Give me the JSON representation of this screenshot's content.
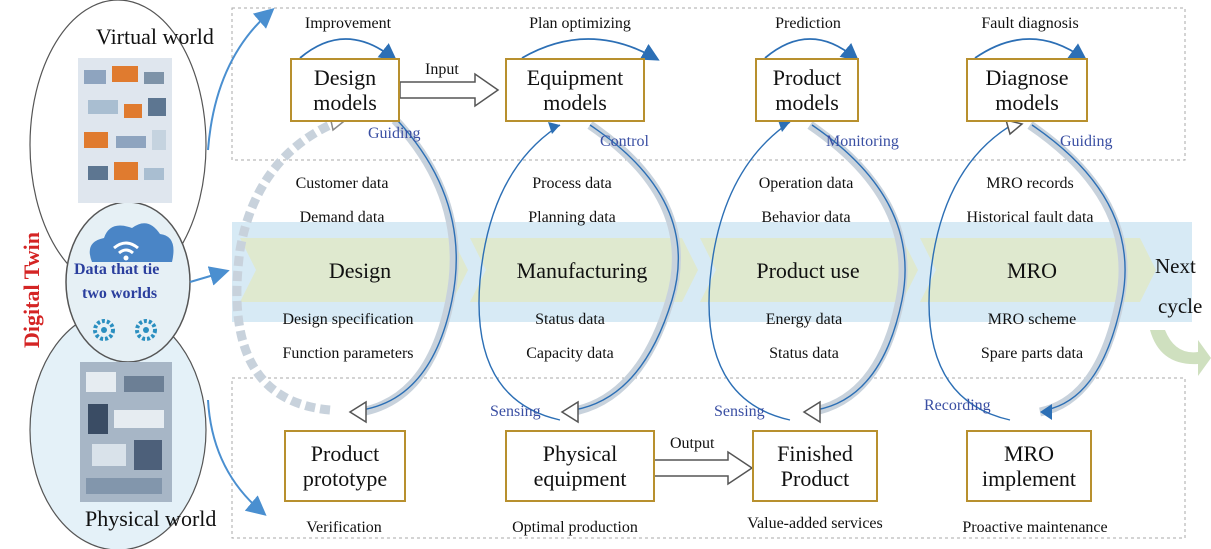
{
  "side_label": "Digital Twin",
  "worlds": {
    "virtual": "Virtual world",
    "physical": "Physical world",
    "middle_line1": "Data that tie",
    "middle_line2": "two worlds"
  },
  "virtual_models": [
    {
      "top_label": "Improvement",
      "line1": "Design",
      "line2": "models",
      "side_label": "Guiding"
    },
    {
      "top_label": "Plan optimizing",
      "line1": "Equipment",
      "line2": "models",
      "side_label": "Control"
    },
    {
      "top_label": "Prediction",
      "line1": "Product",
      "line2": "models",
      "side_label": "Monitoring"
    },
    {
      "top_label": "Fault diagnosis",
      "line1": "Diagnose",
      "line2": "models",
      "side_label": "Guiding"
    }
  ],
  "input_label": "Input",
  "output_label": "Output",
  "stages": [
    "Design",
    "Manufacturing",
    "Product use",
    "MRO"
  ],
  "next_cycle": {
    "line1": "Next",
    "line2": "cycle"
  },
  "upper_data": [
    [
      "Customer data",
      "Demand data"
    ],
    [
      "Process data",
      "Planning data"
    ],
    [
      "Operation data",
      "Behavior data"
    ],
    [
      "MRO records",
      "Historical fault data"
    ]
  ],
  "lower_data": [
    [
      "Design specification",
      "Function parameters"
    ],
    [
      "Status data",
      "Capacity data"
    ],
    [
      "Energy data",
      "Status data"
    ],
    [
      "MRO scheme",
      "Spare parts  data"
    ]
  ],
  "physical_entities": [
    {
      "line1": "Product",
      "line2": "prototype",
      "bottom_label": "Verification",
      "side_label": ""
    },
    {
      "line1": "Physical",
      "line2": "equipment",
      "bottom_label": "Optimal production",
      "side_label": "Sensing"
    },
    {
      "line1": "Finished",
      "line2": "Product",
      "bottom_label": "Value-added services",
      "side_label": "Sensing"
    },
    {
      "line1": "MRO",
      "line2": "implement",
      "bottom_label": "Proactive maintenance",
      "side_label": "Recording"
    }
  ],
  "colors": {
    "box_border": "#b8902e",
    "arrow_blue": "#4a8fd0",
    "band": "#d7eaf5",
    "chevron": "#dfe9cf",
    "accent_text": "#3a4fa3",
    "side_text": "#d42424"
  }
}
